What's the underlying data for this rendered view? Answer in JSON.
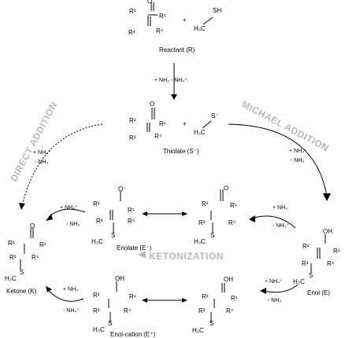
{
  "labels": {
    "reactant": "Reactant (R)",
    "thiolate": "Thiolate (S⁻)",
    "enolate": "Enolate (E⁻)",
    "enol": "Enol (E)",
    "ketone": "Ketone (K)",
    "enol_cation": "Enol-cation (E⁺)"
  },
  "pathways": {
    "direct": "DIRECT ADDITION",
    "michael": "MICHAEL ADDITION",
    "ketonization": "KETONIZATION"
  },
  "atoms": {
    "r1": "R¹",
    "r2": "R²",
    "r3": "R³",
    "r4": "R⁴",
    "o": "O",
    "oh": "OH",
    "sh": "SH",
    "s": "S",
    "h3c": "H₃C",
    "plus": "+",
    "s_minus": "S⁻",
    "o_minus": "O⁻"
  },
  "conditions": {
    "r_to_s": "+ NH₃ - NH₄⁺",
    "plus_nh4": "+ NH₄⁺",
    "minus_nh3": "- NH₃",
    "plus_nh3": "+ NH₃",
    "minus_nh4": "- NH₄⁺"
  }
}
